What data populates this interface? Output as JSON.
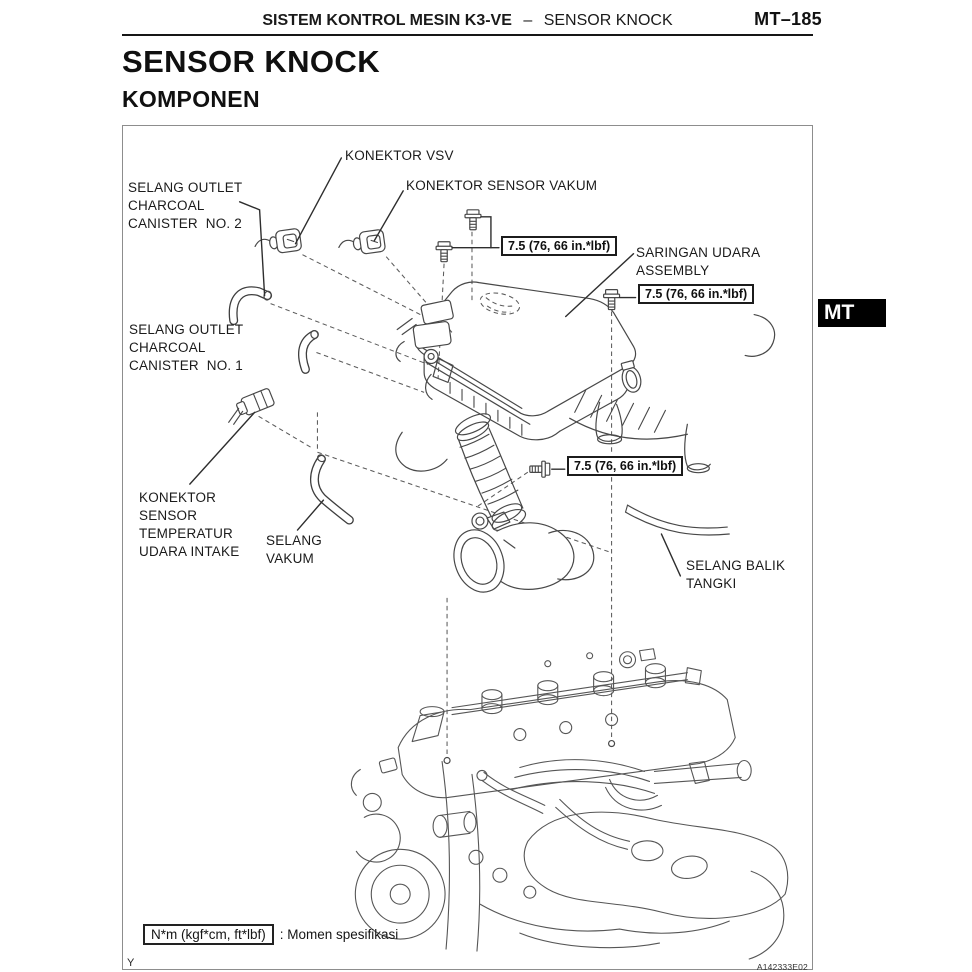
{
  "header": {
    "section_title": "SISTEM KONTROL MESIN K3-VE",
    "separator": "–",
    "section_topic": "SENSOR KNOCK",
    "page_number": "MT–185"
  },
  "page": {
    "title": "SENSOR KNOCK",
    "subtitle": "KOMPONEN",
    "side_tab": "MT",
    "footer_marker": "Y"
  },
  "figure": {
    "code": "A142333E02",
    "torque_spec": "7.5 (76, 66 in.*lbf)",
    "note": {
      "boxed": "N*m (kgf*cm, ft*lbf)",
      "description": ": Momen spesifikasi"
    },
    "labels": {
      "konektor_vsv": "KONEKTOR VSV",
      "konektor_sensor_vakum": "KONEKTOR SENSOR VAKUM",
      "selang_outlet_charcoal_canister_no2": "SELANG OUTLET\nCHARCOAL\nCANISTER  NO. 2",
      "saringan_udara_assembly": "SARINGAN UDARA\nASSEMBLY",
      "selang_outlet_charcoal_canister_no1": "SELANG OUTLET\nCHARCOAL\nCANISTER  NO. 1",
      "konektor_sensor_temperatur_udara_intake": "KONEKTOR\nSENSOR\nTEMPERATUR\nUDARA INTAKE",
      "selang_vakum": "SELANG\nVAKUM",
      "selang_balik_tangki": "SELANG BALIK\nTANGKI"
    }
  },
  "colors": {
    "line_art": "#484848",
    "tab_bg": "#000000",
    "tab_text": "#ffffff"
  }
}
